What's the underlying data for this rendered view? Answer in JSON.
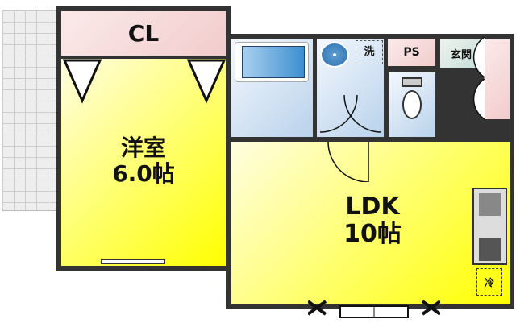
{
  "rooms": {
    "closet": "CL",
    "western_room": {
      "name": "洋室",
      "size": "6.0帖"
    },
    "ldk": {
      "name": "LDK",
      "size": "10帖"
    },
    "washer": "洗",
    "pipe_space": "PS",
    "entrance": "玄関",
    "fridge": "冷"
  }
}
